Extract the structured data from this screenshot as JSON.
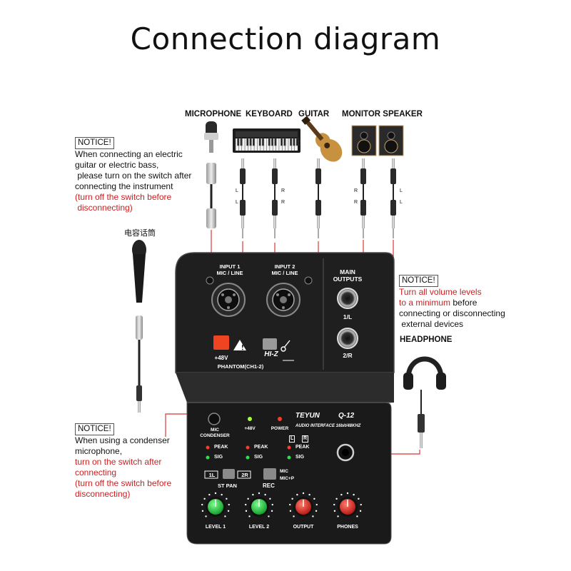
{
  "title": "Connection diagram",
  "devices": {
    "microphone": "MICROPHONE",
    "keyboard": "KEYBOARD",
    "guitar": "GUITAR",
    "monitor_speaker": "MONITOR SPEAKER",
    "headphone": "HEADPHONE",
    "handheld_mic": "电容话筒"
  },
  "cable_labels": {
    "l": "L",
    "r": "R"
  },
  "notice1": {
    "tag": "NOTICE!",
    "lines": [
      "When connecting an electric",
      "guitar or electric bass,",
      " please turn on the switch after",
      "connecting the instrument"
    ],
    "red_lines": [
      "(turn off the switch before",
      " disconnecting)"
    ]
  },
  "notice2": {
    "tag": "NOTICE!",
    "red_lines": [
      "Turn all volume levels",
      "to a minimum"
    ],
    "red_suffix": " before",
    "lines": [
      "connecting or disconnecting",
      " external devices"
    ]
  },
  "notice3": {
    "tag": "NOTICE!",
    "lines": [
      "When using a condenser",
      "microphone,"
    ],
    "red_lines": [
      "turn on the switch after",
      "connecting",
      "(turn off the switch before",
      "disconnecting)"
    ]
  },
  "device_panel": {
    "input1": [
      "INPUT 1",
      "MIC / LINE"
    ],
    "input2": [
      "INPUT 2",
      "MIC / LINE"
    ],
    "main_outputs": [
      "MAIN",
      "OUTPUTS"
    ],
    "out1": "1/L",
    "out2": "2/R",
    "v48": "+48V",
    "phantom": "PHANTOM(CH1-2)",
    "hiz": "HI-Z",
    "brand": "TEYUN",
    "model": "Q-12",
    "subtitle": "AUDIO INTERFACE 16bit/48KHZ",
    "mic_condenser": [
      "MIC",
      "CONDENSER"
    ],
    "led_48v": "+48V",
    "led_power": "POWER",
    "peak": "PEAK",
    "sig": "SIG",
    "ch_l": "L",
    "ch_r": "R",
    "st_pan_1l": "1L",
    "st_pan_2r": "2R",
    "st_pan": "ST PAN",
    "rec": "REC",
    "mic": "MIC",
    "mic_p": "MIC+P",
    "level1": "LEVEL 1",
    "level2": "LEVEL 2",
    "output": "OUTPUT",
    "phones": "PHONES"
  },
  "colors": {
    "red_wire": "#e05555",
    "notice_red": "#cc1f1f",
    "green_knob": "#19c23a",
    "red_knob": "#e2231a",
    "body": "#262626"
  }
}
